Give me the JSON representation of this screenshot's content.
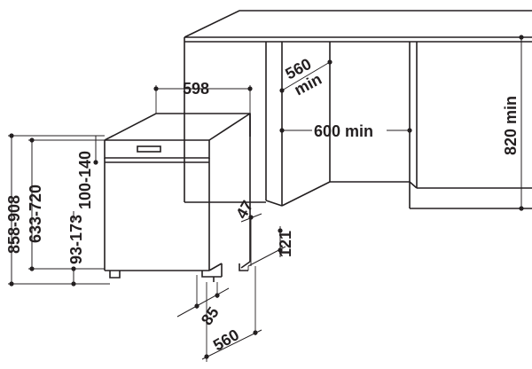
{
  "dimensions": {
    "width_598": "598",
    "depth_560_min": "560",
    "depth_560_min_unit": "min",
    "width_600_min": "600 min",
    "height_820_min": "820 min",
    "height_858_908": "858-908",
    "height_633_720": "633-720",
    "plinth_93_173": "93-173",
    "panel_100_140": "100-140",
    "gap_47": "47",
    "plinth_121": "121",
    "foot_85": "85",
    "base_560": "560"
  }
}
